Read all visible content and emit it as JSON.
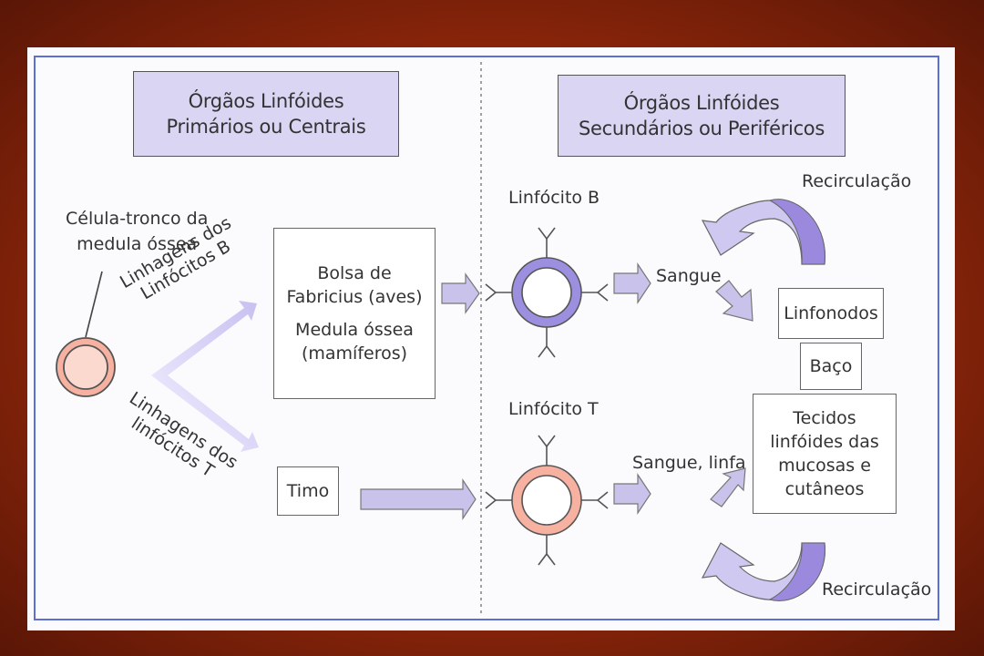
{
  "headers": {
    "primary": [
      "Órgãos Linfóides",
      "Primários ou Centrais"
    ],
    "secondary": [
      "Órgãos Linfóides",
      "Secundários ou Periféricos"
    ]
  },
  "stem_cell": {
    "label": [
      "Célula-tronco da",
      "medula óssea"
    ]
  },
  "lineages": {
    "b": [
      "Linhagens dos",
      "Linfócitos B"
    ],
    "t": [
      "Linhagens dos",
      "linfócitos T"
    ]
  },
  "primary_organs": {
    "bursa": [
      "Bolsa de",
      "Fabricius (aves)"
    ],
    "marrow": [
      "Medula óssea",
      "(mamíferos)"
    ],
    "thymus": "Timo"
  },
  "cells": {
    "b": {
      "label": "Linfócito B"
    },
    "t": {
      "label": "Linfócito T"
    }
  },
  "routes": {
    "blood": "Sangue",
    "blood_lymph": "Sangue, linfa"
  },
  "secondary_organs": {
    "lymph_nodes": "Linfonodos",
    "spleen": "Baço",
    "mucosal": [
      "Tecidos",
      "linfóides das",
      "mucosas e",
      "cutâneos"
    ]
  },
  "recirculation": {
    "top": "Recirculação",
    "bottom": "Recirculação"
  },
  "colors": {
    "background": "#9a2a0c",
    "frame": "#5b6fd6",
    "header_fill": "#d9d5f2",
    "arrow_fill": "#c9c3ec",
    "cell_b": "#9d8fe0",
    "cell_t": "#f6b1a1",
    "recirc_dark": "#9a89dc",
    "recirc_light": "#cfc9f1"
  }
}
